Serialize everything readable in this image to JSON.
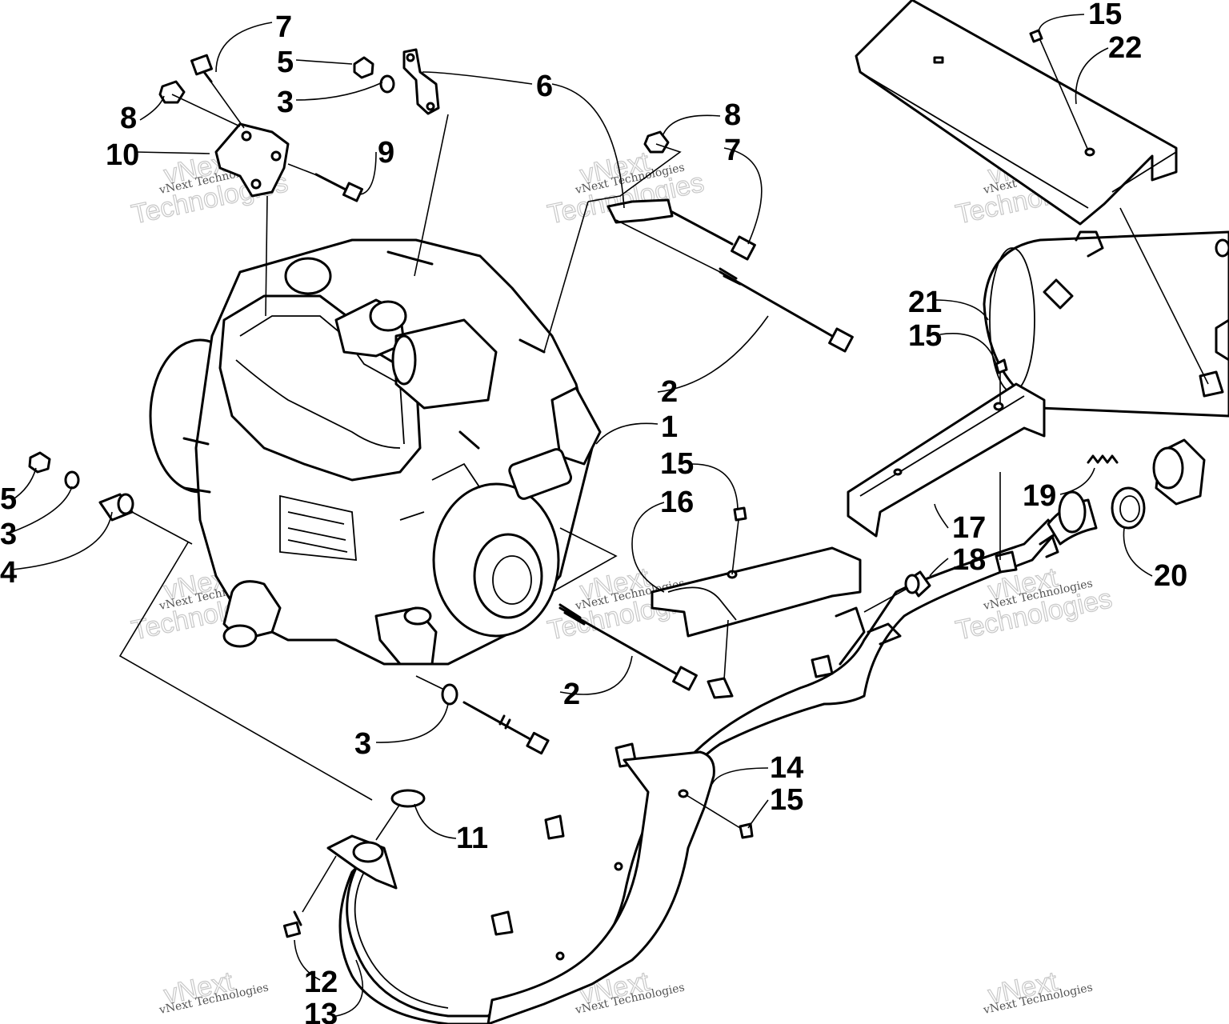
{
  "callouts": {
    "c1": "1",
    "c2a": "2",
    "c2b": "2",
    "c3a": "3",
    "c3b": "3",
    "c3c": "3",
    "c4": "4",
    "c5a": "5",
    "c5b": "5",
    "c6": "6",
    "c7a": "7",
    "c7b": "7",
    "c8a": "8",
    "c8b": "8",
    "c9": "9",
    "c10": "10",
    "c11": "11",
    "c12": "12",
    "c13": "13",
    "c14": "14",
    "c15a": "15",
    "c15b": "15",
    "c15c": "15",
    "c15d": "15",
    "c16": "16",
    "c17": "17",
    "c18": "18",
    "c19": "19",
    "c20": "20",
    "c21": "21",
    "c22": "22"
  },
  "watermark": {
    "small": "vNext Technologies",
    "large_line1": "vNext",
    "large_line2": "Technologies"
  }
}
